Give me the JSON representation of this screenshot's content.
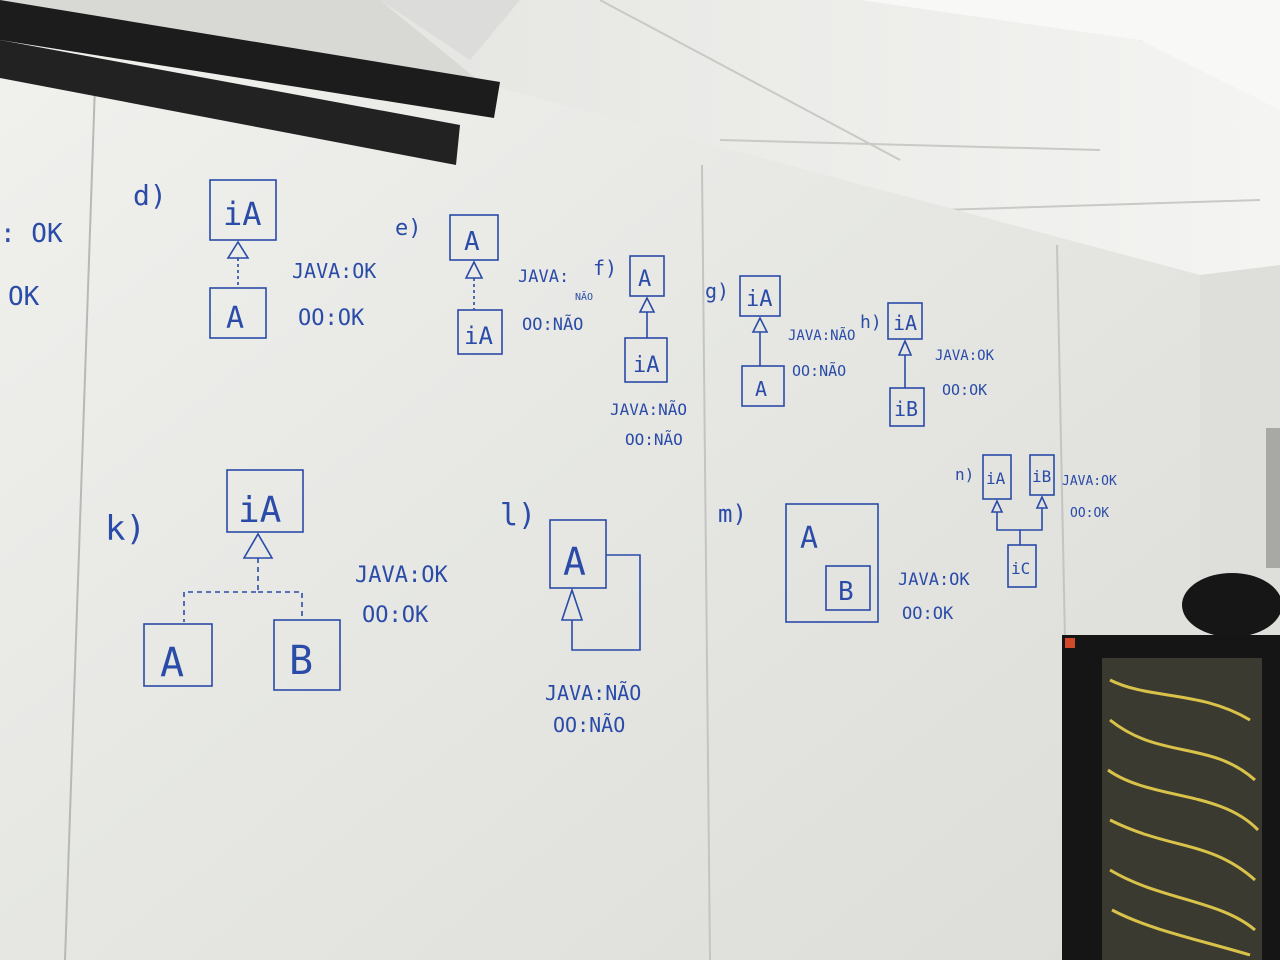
{
  "colors": {
    "ink": "#2a4ba8",
    "board": "#e9eae6",
    "ceiling": "#efefec"
  },
  "edge_left": {
    "l1": ": OK",
    "l2": "OK"
  },
  "d": {
    "label": "d)",
    "top": "iA",
    "bottom": "A",
    "java": "JAVA:OK",
    "oo": "OO:OK"
  },
  "e": {
    "label": "e)",
    "top": "A",
    "bottom": "iA",
    "java": "JAVA:",
    "java_small": "NÃO",
    "oo": "OO:NÃO"
  },
  "f": {
    "label": "f)",
    "top": "A",
    "bottom": "iA",
    "java": "JAVA:NÃO",
    "oo": "OO:NÃO"
  },
  "g": {
    "label": "g)",
    "top": "iA",
    "bottom": "A",
    "java": "JAVA:NÃO",
    "oo": "OO:NÃO"
  },
  "h": {
    "label": "h)",
    "top": "iA",
    "bottom": "iB",
    "java": "JAVA:OK",
    "oo": "OO:OK"
  },
  "n": {
    "label": "n)",
    "top_left": "iA",
    "top_right": "iB",
    "bottom": "iC",
    "java": "JAVA:OK",
    "oo": "OO:OK"
  },
  "k": {
    "label": "k)",
    "top": "iA",
    "left": "A",
    "right": "B",
    "java": "JAVA:OK",
    "oo": "OO:OK"
  },
  "l": {
    "label": "l)",
    "box": "A",
    "java": "JAVA:NÃO",
    "oo": "OO:NÃO"
  },
  "m": {
    "label": "m)",
    "outer": "A",
    "inner": "B",
    "java": "JAVA:OK",
    "oo": "OO:OK"
  }
}
